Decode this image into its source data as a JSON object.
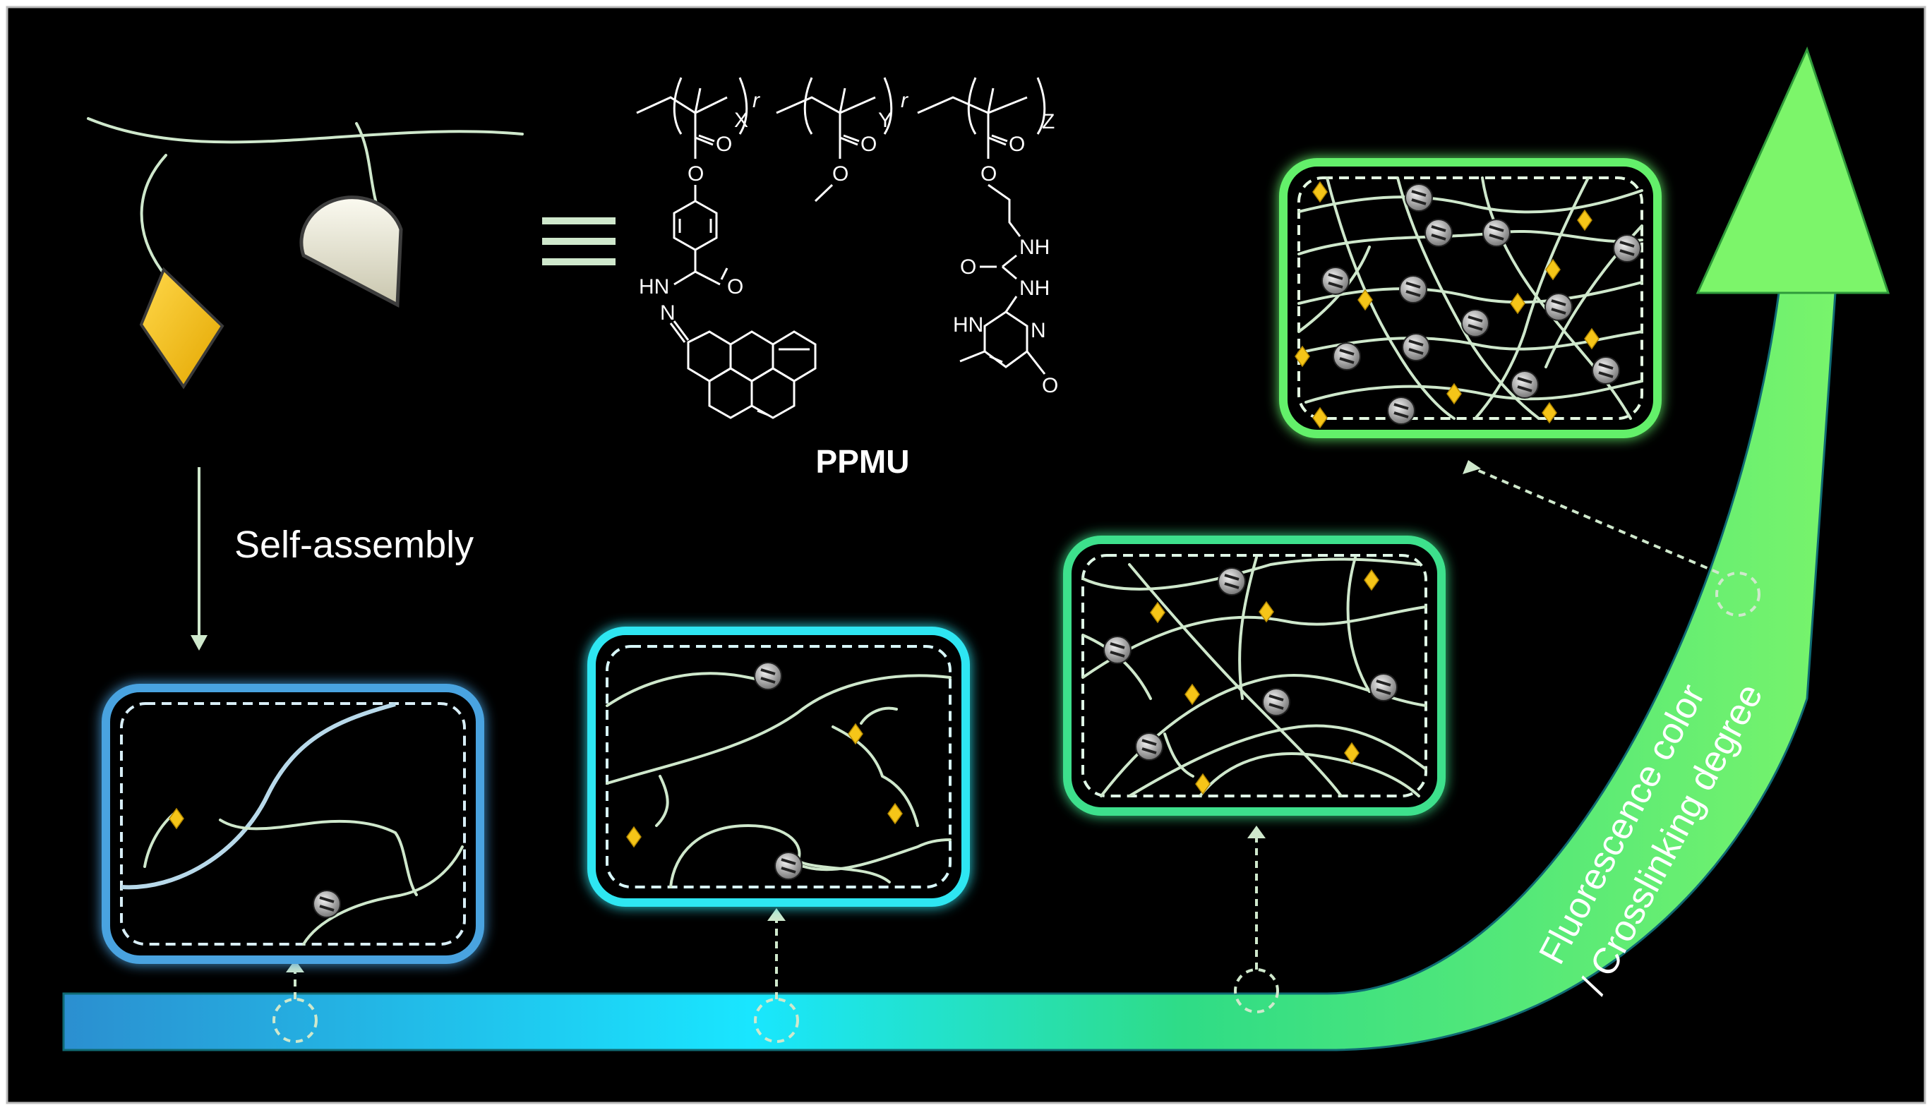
{
  "labels": {
    "polymer_name": "PPMU",
    "self_assembly": "Self-assembly",
    "axis_line1": "Fluorescence color",
    "axis_line2": "/ Crosslinking degree"
  },
  "structure": {
    "repeat_x": "X",
    "repeat_y": "Y",
    "repeat_z": "Z",
    "random_r1": "r",
    "random_r2": "r",
    "atoms": {
      "o1": "O",
      "o2": "O",
      "o3": "O",
      "o4": "O",
      "o5": "O",
      "o6": "O",
      "o7": "O",
      "hn_hydrazide": "HN",
      "n_imine": "N",
      "nh1": "NH",
      "nh2": "NH",
      "hn_ring": "HN",
      "n_ring": "N",
      "o_urea": "O",
      "o_ring": "O"
    }
  },
  "colors": {
    "background": "#000000",
    "stage_cyan_blue": "#4aa3e0",
    "stage_cyan": "#2ee6f2",
    "stage_green_cyan": "#3ee08c",
    "stage_green": "#63f06a",
    "chain": "#cfe8cc",
    "pyrene_unit": "#f5c518",
    "upy_unit": "#e8e4d2"
  }
}
